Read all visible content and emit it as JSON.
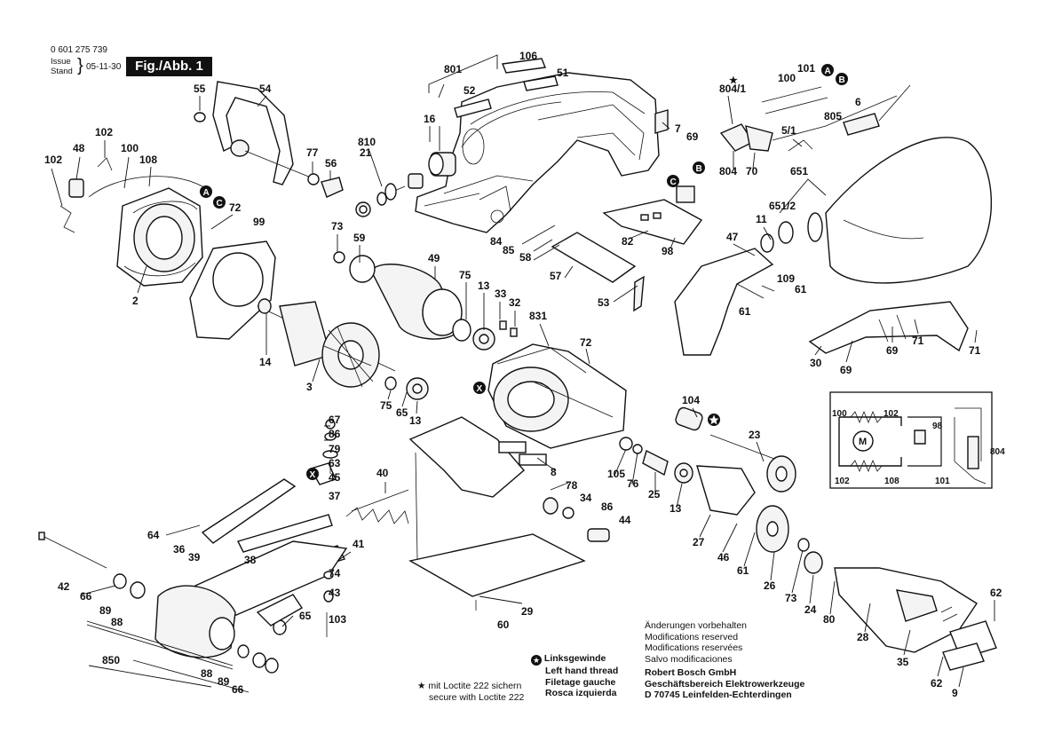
{
  "header": {
    "part_number": "0 601 275 739",
    "issue_label_1": "Issue",
    "issue_label_2": "Stand",
    "issue_date": "05-11-30",
    "figure_label": "Fig./Abb. 1"
  },
  "callouts": [
    "106",
    "801",
    "51",
    "52",
    "16",
    "54",
    "55",
    "810",
    "21",
    "77",
    "56",
    "102",
    "48",
    "100",
    "108",
    "102",
    "72",
    "99",
    "2",
    "73",
    "59",
    "49",
    "75",
    "13",
    "33",
    "32",
    "84",
    "85",
    "58",
    "57",
    "53",
    "82",
    "98",
    "7",
    "69",
    "804/1",
    "101",
    "100",
    "805",
    "6",
    "5/1",
    "804",
    "70",
    "651",
    "651/2",
    "11",
    "47",
    "109",
    "61",
    "61",
    "831",
    "72",
    "14",
    "3",
    "75",
    "65",
    "13",
    "104",
    "23",
    "67",
    "86",
    "79",
    "63",
    "45",
    "37",
    "40",
    "64",
    "36",
    "39",
    "38",
    "41",
    "74",
    "43",
    "103",
    "42",
    "66",
    "89",
    "88",
    "850",
    "88",
    "89",
    "66",
    "65",
    "78",
    "34",
    "86",
    "44",
    "8",
    "105",
    "76",
    "25",
    "13",
    "27",
    "46",
    "61",
    "26",
    "73",
    "24",
    "80",
    "28",
    "35",
    "62",
    "62",
    "9",
    "29",
    "60",
    "30",
    "69",
    "69",
    "71",
    "71",
    "100",
    "102",
    "98",
    "804",
    "102",
    "108",
    "101"
  ],
  "badges": {
    "A": "A",
    "B": "B",
    "C": "C",
    "X": "X"
  },
  "star_mark": "★",
  "schematic": {
    "motor_label": "M"
  },
  "footnotes": {
    "loctite_1": "mit Loctite 222 sichern",
    "loctite_2": "secure with Loctite 222",
    "thread_1": "Linksgewinde",
    "thread_2": "Left hand thread",
    "thread_3": "Filetage gauche",
    "thread_4": "Rosca izquierda",
    "changes_1": "Änderungen vorbehalten",
    "changes_2": "Modifications reserved",
    "changes_3": "Modifications reservées",
    "changes_4": "Salvo modificaciones",
    "company_1": "Robert Bosch GmbH",
    "company_2": "Geschäftsbereich Elektrowerkzeuge",
    "company_3": "D 70745 Leinfelden-Echterdingen"
  }
}
